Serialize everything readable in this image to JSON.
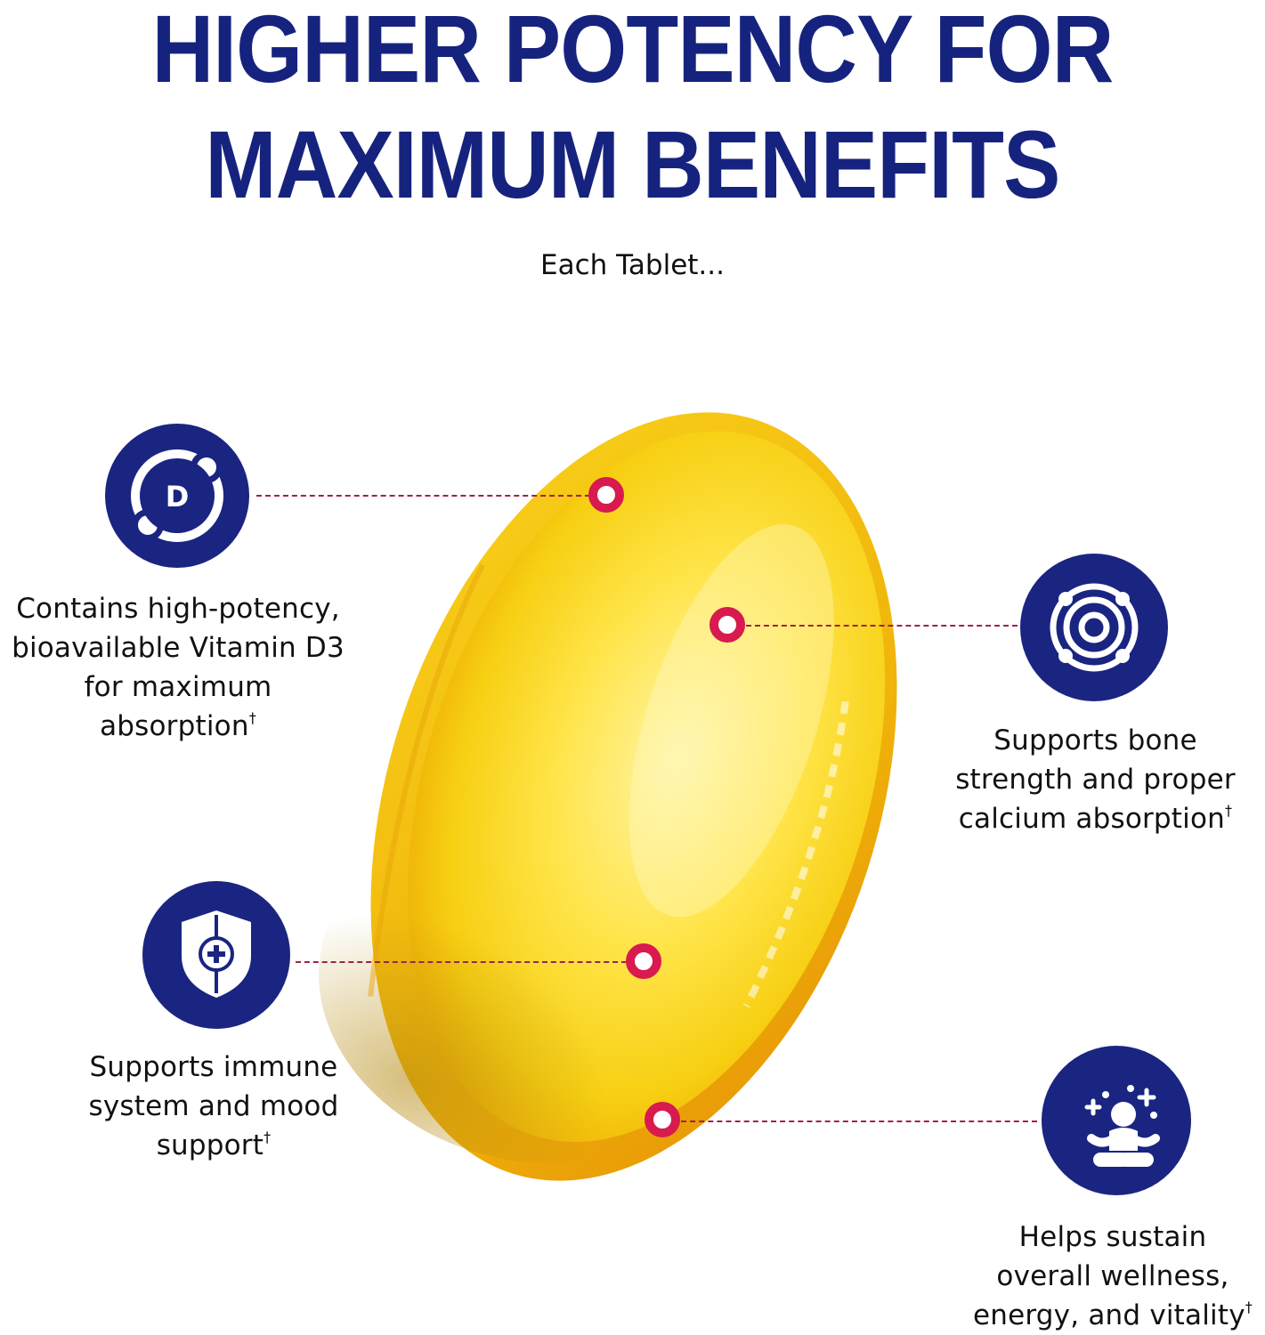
{
  "header": {
    "headline_line1": "HIGHER POTENCY FOR",
    "headline_line2": "MAXIMUM BENEFITS",
    "subheadline": "Each Tablet..."
  },
  "colors": {
    "brand_navy": "#1a2581",
    "marker_red": "#d81a4f",
    "leader_line": "#9d2346",
    "pill_yellow": "#f7d21a",
    "text": "#111111"
  },
  "product_image": {
    "subject": "yellow softgel capsule",
    "markers": 4
  },
  "benefits": [
    {
      "icon": "vitamin-d-icon",
      "lines": [
        "Contains high-potency,",
        "bioavailable Vitamin D3",
        "for maximum",
        "absorption"
      ],
      "footnote_mark": "†"
    },
    {
      "icon": "bone-strength-rings-icon",
      "lines": [
        "Supports bone",
        "strength and proper",
        "calcium absorption"
      ],
      "footnote_mark": "†"
    },
    {
      "icon": "immune-shield-icon",
      "lines": [
        "Supports immune",
        "system and mood",
        "support"
      ],
      "footnote_mark": "†"
    },
    {
      "icon": "wellness-meditation-icon",
      "lines": [
        "Helps sustain",
        "overall wellness,",
        "energy, and vitality"
      ],
      "footnote_mark": "†"
    }
  ]
}
